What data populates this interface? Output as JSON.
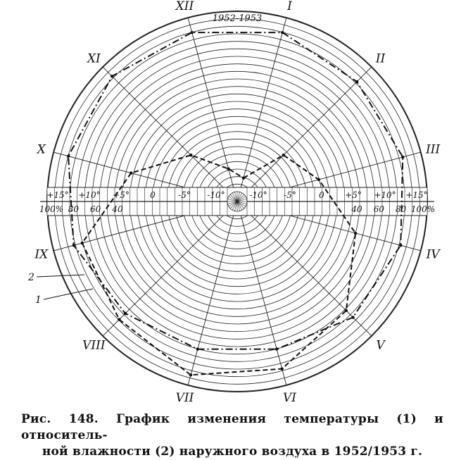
{
  "chart_data": {
    "type": "polar-line",
    "period": "1952-1953",
    "months": [
      "I",
      "II",
      "III",
      "IV",
      "V",
      "VI",
      "VII",
      "VIII",
      "IX",
      "X",
      "XI",
      "XII"
    ],
    "temperature_scale_labels": [
      "+15°",
      "+10°",
      "+5°",
      "0",
      "-5°",
      "-10°",
      "-10°",
      "-5°",
      "0",
      "+5°",
      "+10°",
      "+15°"
    ],
    "humidity_scale_labels": [
      "100%",
      "80",
      "60",
      "40",
      "40",
      "60",
      "80",
      "100%"
    ],
    "temperature_range_c": [
      -10,
      15
    ],
    "humidity_range_pct": [
      40,
      100
    ],
    "series": [
      {
        "name": "1",
        "style": "dashed",
        "values": [
          -9.5,
          -3,
          0,
          6,
          11,
          14,
          15,
          13,
          12,
          4,
          -3,
          -8
        ]
      },
      {
        "name": "2",
        "style": "dash-dot",
        "values": [
          90,
          85,
          87,
          85,
          80,
          70,
          70,
          75,
          85,
          90,
          92,
          90
        ]
      }
    ]
  },
  "callouts": {
    "series2": "2",
    "series1": "1"
  },
  "caption": {
    "line1": "Рис. 148. График изменения температуры (1) и относитель-",
    "line2": "ной влажности (2) наружного воздуха в 1952/1953 г."
  }
}
